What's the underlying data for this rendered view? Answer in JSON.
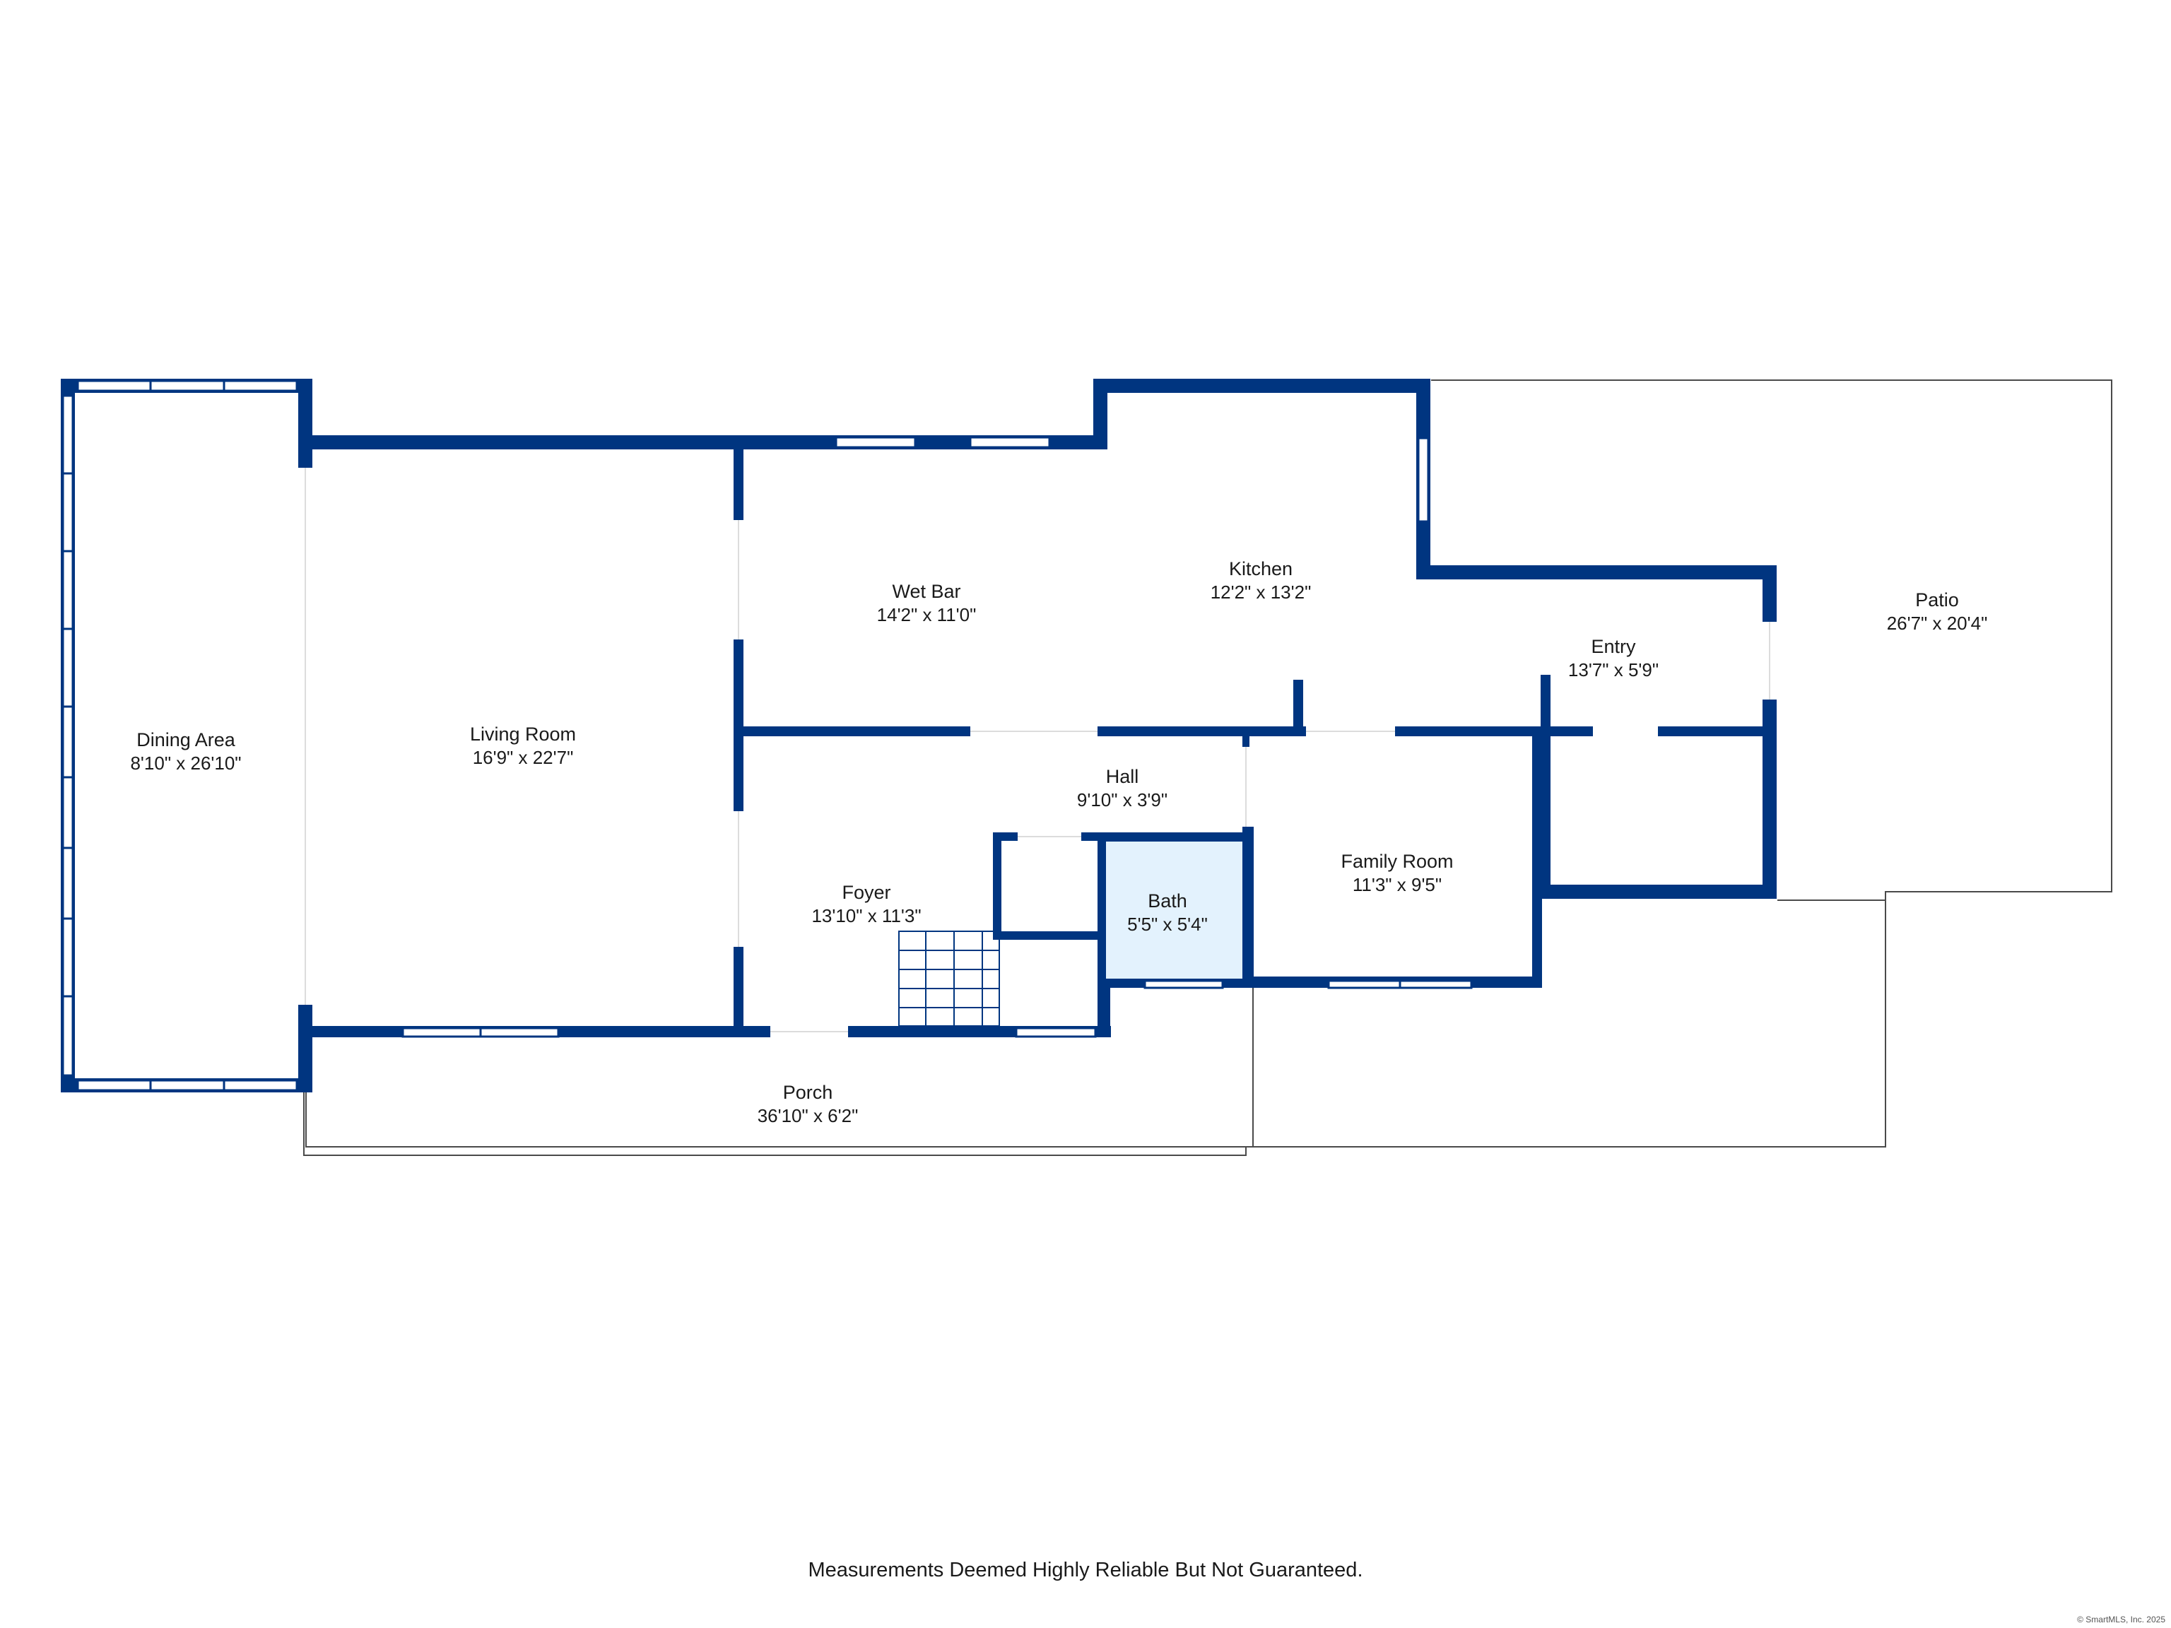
{
  "colors": {
    "wall": "#003580",
    "window_fill": "#ffffff",
    "outline": "#4a4a4a",
    "bath_fill": "#e3f2fd"
  },
  "rooms": {
    "dining": {
      "name": "Dining Area",
      "dims": "8'10\" x 26'10\""
    },
    "living": {
      "name": "Living Room",
      "dims": "16'9\" x 22'7\""
    },
    "wetbar": {
      "name": "Wet Bar",
      "dims": "14'2\" x 11'0\""
    },
    "kitchen": {
      "name": "Kitchen",
      "dims": "12'2\" x 13'2\""
    },
    "entry": {
      "name": "Entry",
      "dims": "13'7\" x 5'9\""
    },
    "patio": {
      "name": "Patio",
      "dims": "26'7\" x 20'4\""
    },
    "hall": {
      "name": "Hall",
      "dims": "9'10\" x 3'9\""
    },
    "foyer": {
      "name": "Foyer",
      "dims": "13'10\" x 11'3\""
    },
    "bath": {
      "name": "Bath",
      "dims": "5'5\" x 5'4\""
    },
    "family": {
      "name": "Family Room",
      "dims": "11'3\" x 9'5\""
    },
    "porch": {
      "name": "Porch",
      "dims": "36'10\" x 6'2\""
    }
  },
  "footer": {
    "note": "Measurements Deemed Highly Reliable But Not Guaranteed.",
    "copyright": "© SmartMLS, Inc. 2025"
  }
}
